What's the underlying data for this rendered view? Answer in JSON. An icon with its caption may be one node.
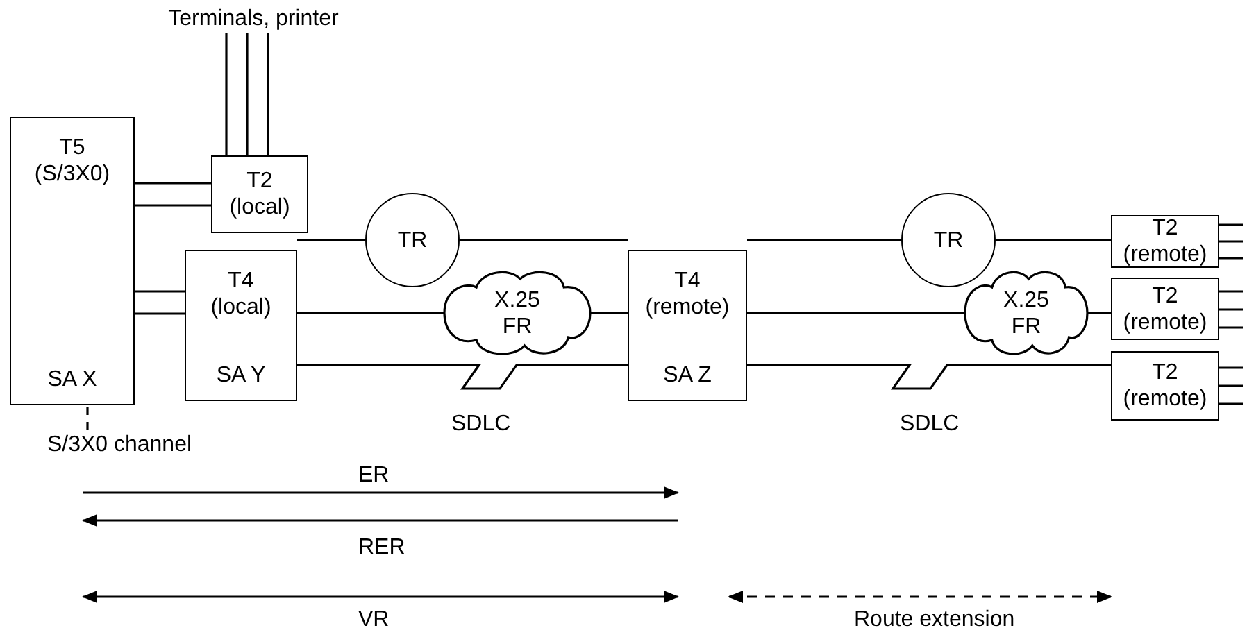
{
  "diagram": {
    "nodes": [
      {
        "text": [
          "T5 (S/3X0)",
          "SA X"
        ]
      },
      {
        "text": [
          "T2 (local)"
        ]
      },
      {
        "text": [
          "T4 (local)",
          "SA Y"
        ]
      },
      {
        "text": [
          "TR"
        ]
      },
      {
        "text": [
          "X.25 FR"
        ]
      },
      {
        "text": [
          "T4 (remote)",
          "SA Z"
        ]
      },
      {
        "text": [
          "TR"
        ]
      },
      {
        "text": [
          "X.25 FR"
        ]
      },
      {
        "text": [
          "T2 (remote)"
        ]
      },
      {
        "text": [
          "T2 (remote)"
        ]
      },
      {
        "text": [
          "T2 (remote)"
        ]
      },
      {
        "text": [
          "Terminals, printer"
        ]
      },
      {
        "text": [
          "S/3X0 channel"
        ]
      }
    ],
    "edges": [
      {
        "from": 11,
        "to": 1,
        "arrow": "none"
      },
      {
        "from": 11,
        "to": 1,
        "arrow": "none"
      },
      {
        "from": 11,
        "to": 1,
        "arrow": "none"
      },
      {
        "from": 0,
        "to": 1,
        "arrow": "none"
      },
      {
        "from": 0,
        "to": 1,
        "arrow": "none"
      },
      {
        "from": 0,
        "to": 2,
        "arrow": "none"
      },
      {
        "from": 0,
        "to": 2,
        "arrow": "none"
      },
      {
        "from": 2,
        "to": 3,
        "arrow": "none"
      },
      {
        "from": 3,
        "to": 5,
        "arrow": "none"
      },
      {
        "from": 2,
        "to": 4,
        "arrow": "none"
      },
      {
        "from": 4,
        "to": 5,
        "arrow": "none"
      },
      {
        "from": 2,
        "to": 5,
        "arrow": "none",
        "label": "SDLC"
      },
      {
        "from": 5,
        "to": 6,
        "arrow": "none"
      },
      {
        "from": 6,
        "to": 8,
        "arrow": "none"
      },
      {
        "from": 5,
        "to": 7,
        "arrow": "none"
      },
      {
        "from": 7,
        "to": 9,
        "arrow": "none"
      },
      {
        "from": 5,
        "to": 10,
        "arrow": "none",
        "label": "SDLC"
      },
      {
        "from": 8,
        "to": null,
        "arrow": "none"
      },
      {
        "from": 8,
        "to": null,
        "arrow": "none"
      },
      {
        "from": 8,
        "to": null,
        "arrow": "none"
      },
      {
        "from": 9,
        "to": null,
        "arrow": "none"
      },
      {
        "from": 9,
        "to": null,
        "arrow": "none"
      },
      {
        "from": 9,
        "to": null,
        "arrow": "none"
      },
      {
        "from": 10,
        "to": null,
        "arrow": "none"
      },
      {
        "from": 10,
        "to": null,
        "arrow": "none"
      },
      {
        "from": 10,
        "to": null,
        "arrow": "none"
      },
      {
        "from": 12,
        "to": 0,
        "arrow": "none",
        "style": "dashed"
      }
    ],
    "labels": [
      "ER",
      "RER",
      "VR",
      "Route extension"
    ]
  }
}
